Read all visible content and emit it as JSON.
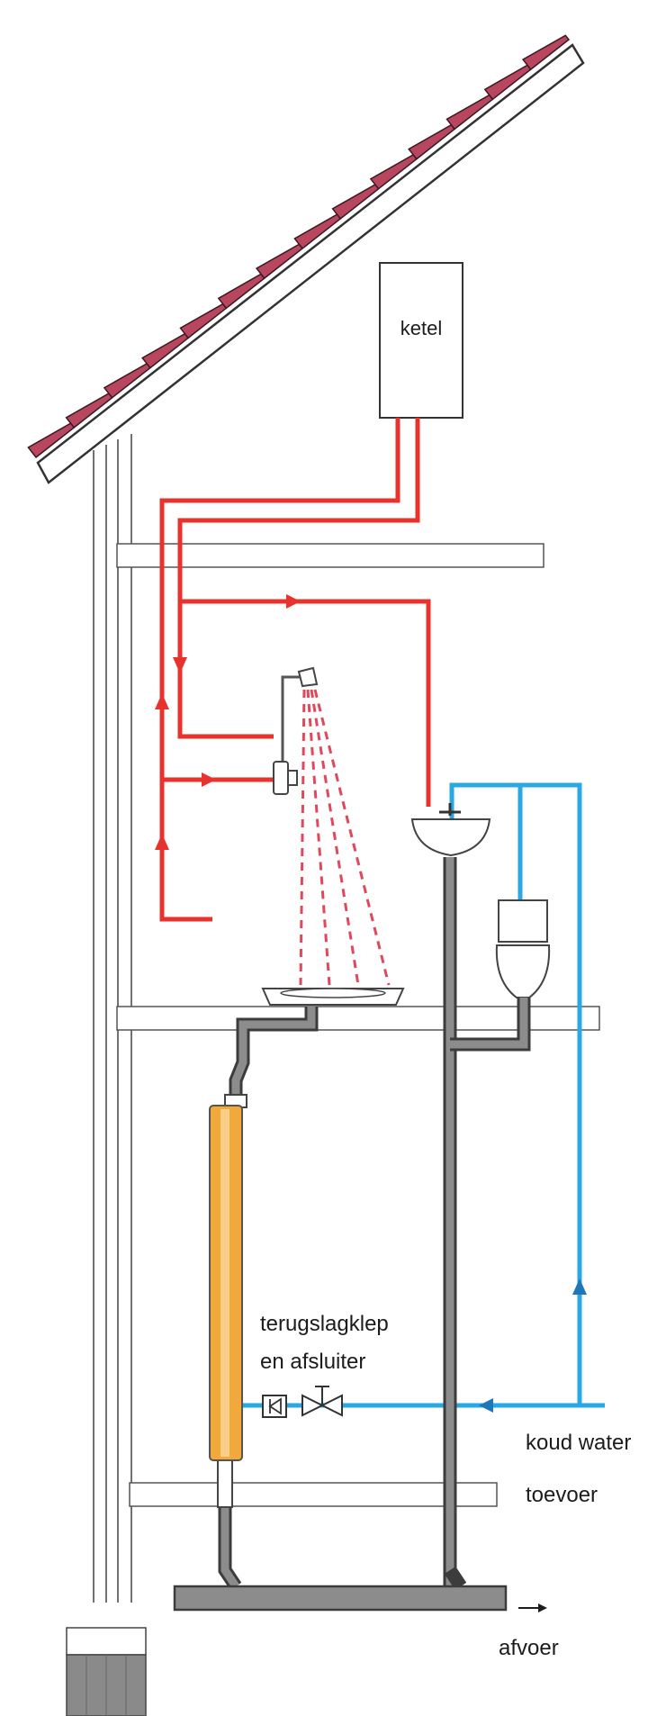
{
  "labels": {
    "boiler": "ketel",
    "valve_line1": "terugslagklep",
    "valve_line2": "en afsluiter",
    "cold_water_line1": "koud water",
    "cold_water_line2": "toevoer",
    "drain": "afvoer"
  },
  "colors": {
    "hot_pipe": "#e8322d",
    "cold_pipe": "#29a9e1",
    "drain_pipe": "#8c8c8c",
    "drain_outline": "#3c3c3c",
    "heat_exchanger": "#f2a93c",
    "roof_tiles": "#b8465e"
  }
}
